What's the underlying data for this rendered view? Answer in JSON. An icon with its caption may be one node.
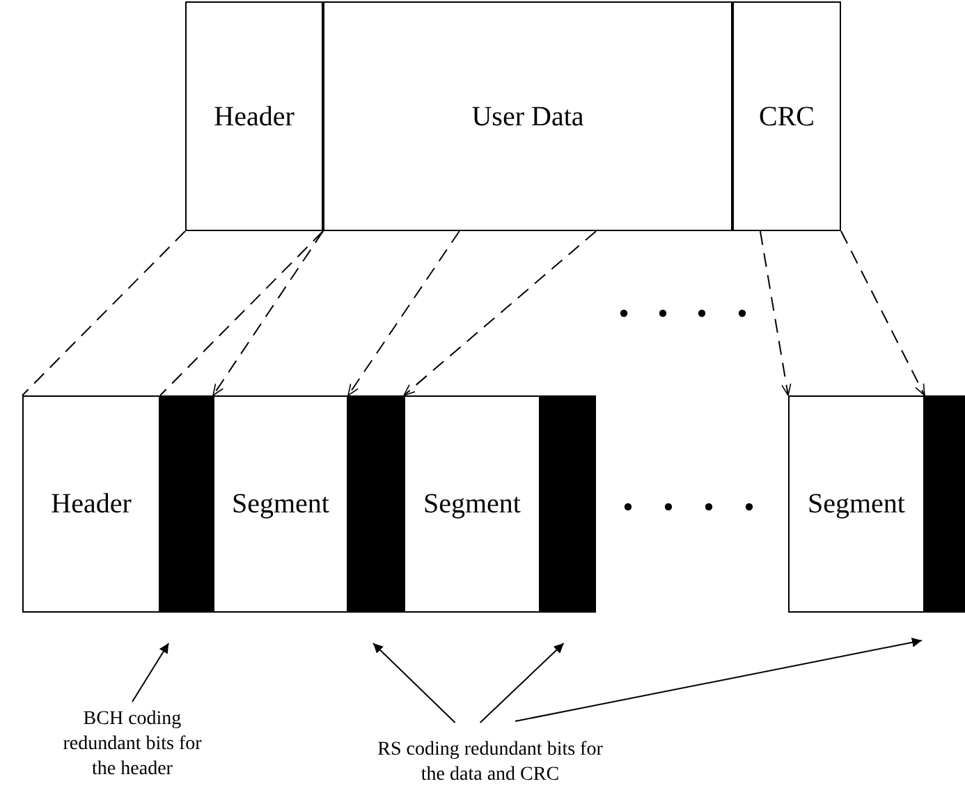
{
  "diagram": {
    "nodes": [
      {
        "text": [
          "Header"
        ]
      },
      {
        "text": [
          "User Data"
        ]
      },
      {
        "text": [
          "CRC"
        ]
      },
      {
        "text": [
          "Header"
        ]
      },
      {
        "text": [],
        "shape": "bar"
      },
      {
        "text": [
          "Segment"
        ]
      },
      {
        "text": [],
        "shape": "bar"
      },
      {
        "text": [
          "Segment"
        ]
      },
      {
        "text": [],
        "shape": "bar"
      },
      {
        "text": [
          "Segment"
        ]
      },
      {
        "text": [],
        "shape": "bar"
      },
      {
        "text": [
          "BCH coding redundant bits for the header"
        ]
      },
      {
        "text": [
          "RS coding redundant bits for the data and CRC"
        ]
      }
    ],
    "edges": [
      {
        "from": 0,
        "to": 3,
        "arrow": "none",
        "style": "dashed"
      },
      {
        "from": 0,
        "to": 4,
        "arrow": "none",
        "style": "dashed"
      },
      {
        "from": 1,
        "to": 5,
        "arrow": "to",
        "style": "dashed"
      },
      {
        "from": 1,
        "to": 5,
        "arrow": "to",
        "style": "dashed"
      },
      {
        "from": 1,
        "to": 7,
        "arrow": "to",
        "style": "dashed"
      },
      {
        "from": 2,
        "to": 9,
        "arrow": "to",
        "style": "dashed"
      },
      {
        "from": 2,
        "to": 9,
        "arrow": "to",
        "style": "dashed"
      },
      {
        "from": 11,
        "to": 4,
        "arrow": "to"
      },
      {
        "from": 12,
        "to": 6,
        "arrow": "to"
      },
      {
        "from": 12,
        "to": 8,
        "arrow": "to"
      },
      {
        "from": 12,
        "to": 10,
        "arrow": "to"
      }
    ]
  }
}
